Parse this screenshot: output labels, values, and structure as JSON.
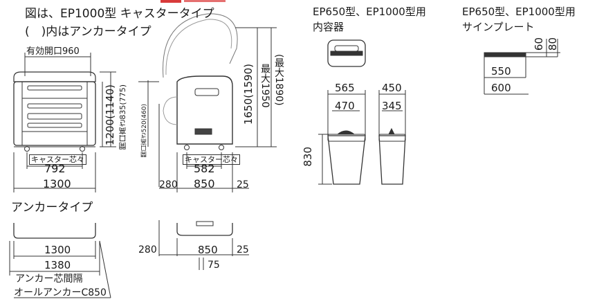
{
  "headings": {
    "line1": "図は、EP1000型 キャスタータイプ",
    "line2": "(　)内はアンカータイプ",
    "inner_title_1": "EP650型、EP1000型用",
    "inner_title_2": "内容器",
    "sign_title_1": "EP650型、EP1000型用",
    "sign_title_2": "サインプレート",
    "anchor_title": "アンカータイプ"
  },
  "front_view": {
    "opening_width": "有効開口960",
    "caster_center_label": "キャスター芯々",
    "caster_center_value": "792",
    "overall_width": "1300",
    "height": "1200(1140)",
    "opening_height": "開口高さ835(775)"
  },
  "side_view": {
    "opening_height_2": "開口高さ520(460)",
    "caster_center_label": "キャスター芯々",
    "caster_center_value": "582",
    "dim_left": "280",
    "dim_mid": "850",
    "dim_right": "25",
    "height_closed": "1650(1590)",
    "height_max": "最大1950",
    "height_max_anchor": "(最大1890)"
  },
  "inner_container": {
    "w_top_front": "565",
    "w_inner_front": "470",
    "w_top_side": "450",
    "w_inner_side": "345",
    "height": "830"
  },
  "sign_plate": {
    "h1": "60",
    "h2": "80",
    "w1": "550",
    "w2": "600"
  },
  "anchor_front": {
    "w1": "1300",
    "w2": "1380",
    "pitch_label": "アンカー芯間隔",
    "all_anchor": "オールアンカーC850"
  },
  "anchor_side": {
    "dim_left": "280",
    "dim_mid": "850",
    "dim_right": "25",
    "dim_bottom": "75"
  }
}
